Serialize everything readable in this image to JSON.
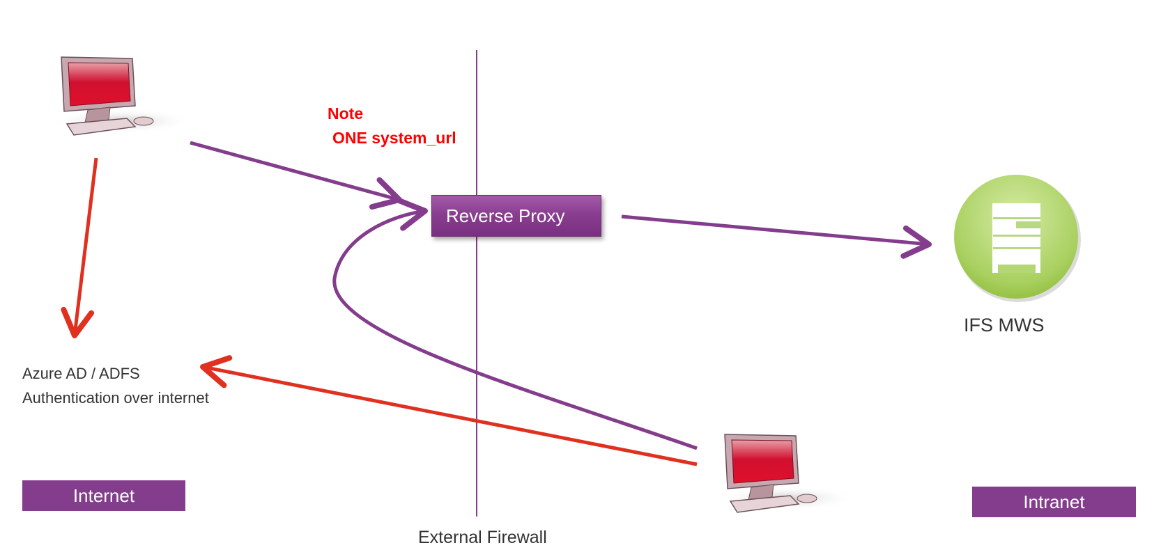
{
  "note": {
    "line1": "Note",
    "line2": "ONE system_url"
  },
  "reverse_proxy": {
    "label": "Reverse Proxy"
  },
  "server": {
    "label": "IFS MWS"
  },
  "auth": {
    "line1": "Azure AD / ADFS",
    "line2": "Authentication over internet"
  },
  "zones": {
    "internet": "Internet",
    "intranet": "Intranet"
  },
  "firewall": {
    "label": "External Firewall"
  },
  "colors": {
    "purple": "#843c8c",
    "red": "#e03020",
    "green": "#9dc44a",
    "note_red": "#ff0000"
  }
}
